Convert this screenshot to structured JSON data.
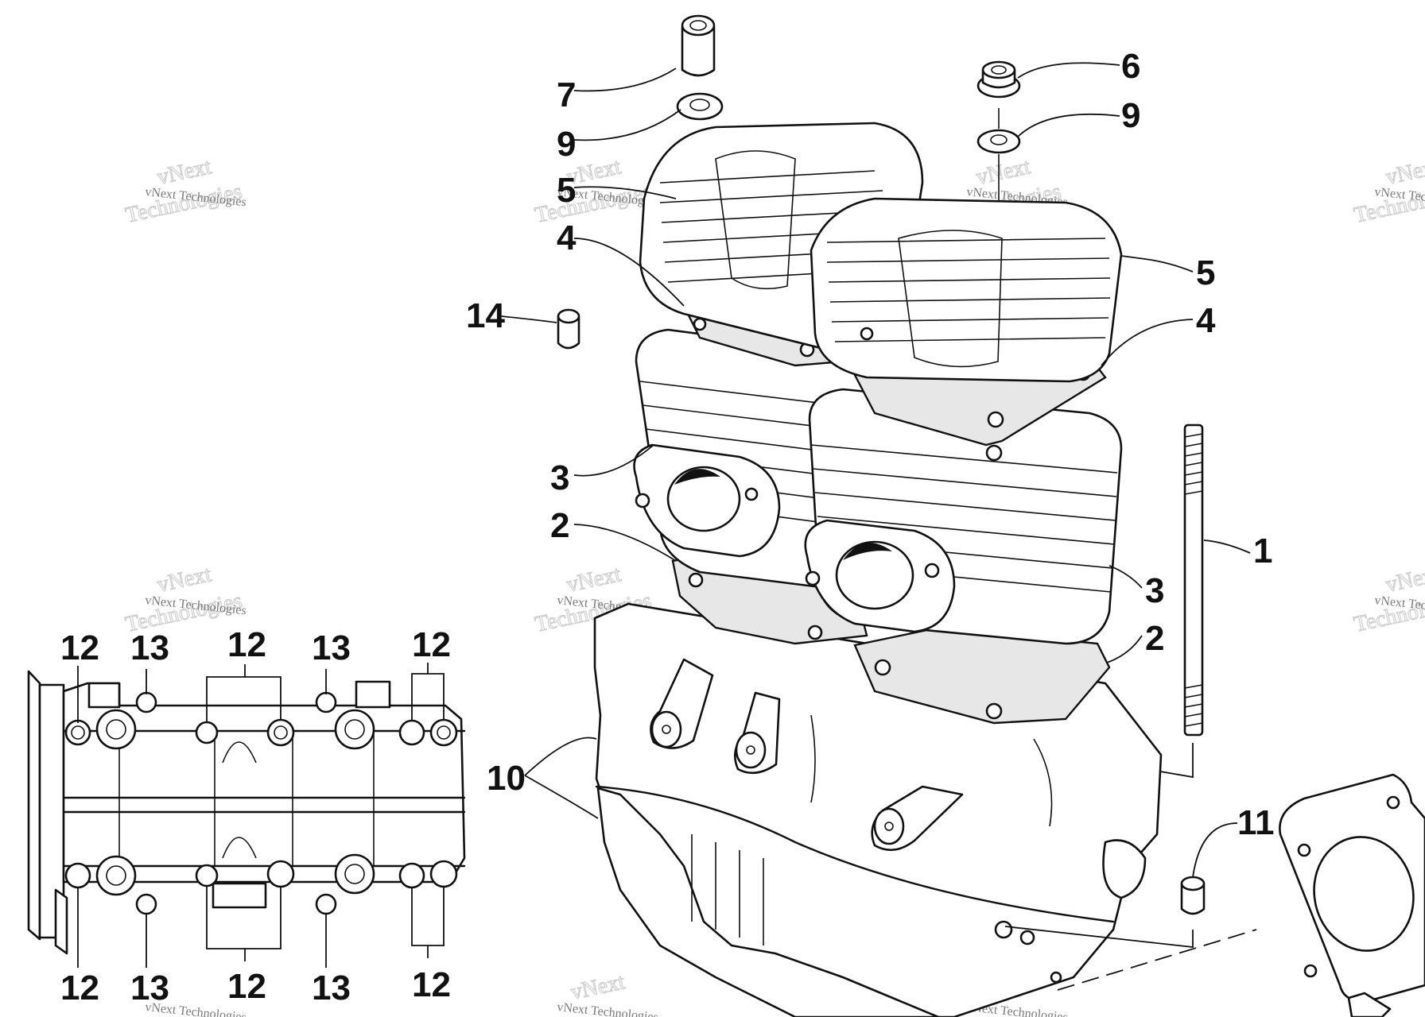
{
  "callouts": {
    "c1": "1",
    "c2a": "2",
    "c2b": "2",
    "c3a": "3",
    "c3b": "3",
    "c4a": "4",
    "c4b": "4",
    "c5a": "5",
    "c5b": "5",
    "c6": "6",
    "c7": "7",
    "c9a": "9",
    "c9b": "9",
    "c10": "10",
    "c11": "11",
    "c14": "14",
    "d12_1": "12",
    "d13_1": "13",
    "d12_2": "12",
    "d13_2": "13",
    "d12_3": "12",
    "d12_4": "12",
    "d13_3": "13",
    "d12_5": "12",
    "d13_4": "13",
    "d12_6": "12"
  },
  "watermark": {
    "line1": "vNext",
    "line2": "vNext Technologies",
    "line3": "Technologies"
  }
}
